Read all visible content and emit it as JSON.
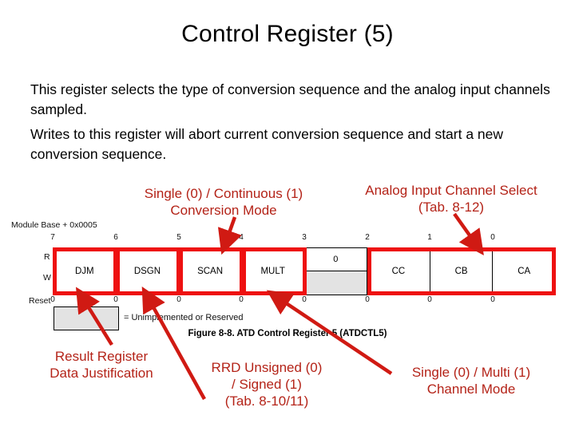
{
  "slide": {
    "title": "Control Register (5)",
    "body_paragraphs": [
      "This register selects the type of conversion sequence and the analog input channels sampled.",
      "Writes to this register will abort current conversion sequence and start a new conversion sequence."
    ]
  },
  "annotations": {
    "conversion_mode": {
      "line1": "Single (0) / Continuous (1)",
      "line2": "Conversion Mode",
      "points_to": "SCAN"
    },
    "channel_select": {
      "line1": "Analog Input Channel Select",
      "line2": "(Tab. 8-12)",
      "points_to": "CB"
    },
    "result_register": {
      "line1": "Result Register",
      "line2": "Data Justification",
      "points_to": "DJM"
    },
    "rrd_sign": {
      "line1": "RRD Unsigned (0)",
      "line2": "/ Signed (1)",
      "line3": "(Tab. 8-10/11)",
      "points_to": "DSGN"
    },
    "channel_mode": {
      "line1": "Single (0) / Multi (1)",
      "line2": "Channel Mode",
      "points_to": "MULT"
    }
  },
  "figure": {
    "module_base": "Module Base + 0x0005",
    "row_labels": {
      "read": "R",
      "write": "W",
      "reset": "Reset"
    },
    "bit_numbers": [
      "7",
      "6",
      "5",
      "4",
      "3",
      "2",
      "1",
      "0"
    ],
    "bit_names": [
      "DJM",
      "DSGN",
      "SCAN",
      "MULT",
      "0",
      "CC",
      "CB",
      "CA"
    ],
    "reset_values": [
      "0",
      "0",
      "0",
      "0",
      "0",
      "0",
      "0",
      "0"
    ],
    "unimplemented_bit_index": 4,
    "legend_text": "= Unimplemented or Reserved",
    "caption": "Figure 8-8. ATD Control Register 5 (ATDCTL5)"
  },
  "colors": {
    "annotation_red": "#B42318",
    "box_red": "#EE1111",
    "unimplemented_gray": "#e3e3e3",
    "text_black": "#000000",
    "background": "#ffffff"
  }
}
